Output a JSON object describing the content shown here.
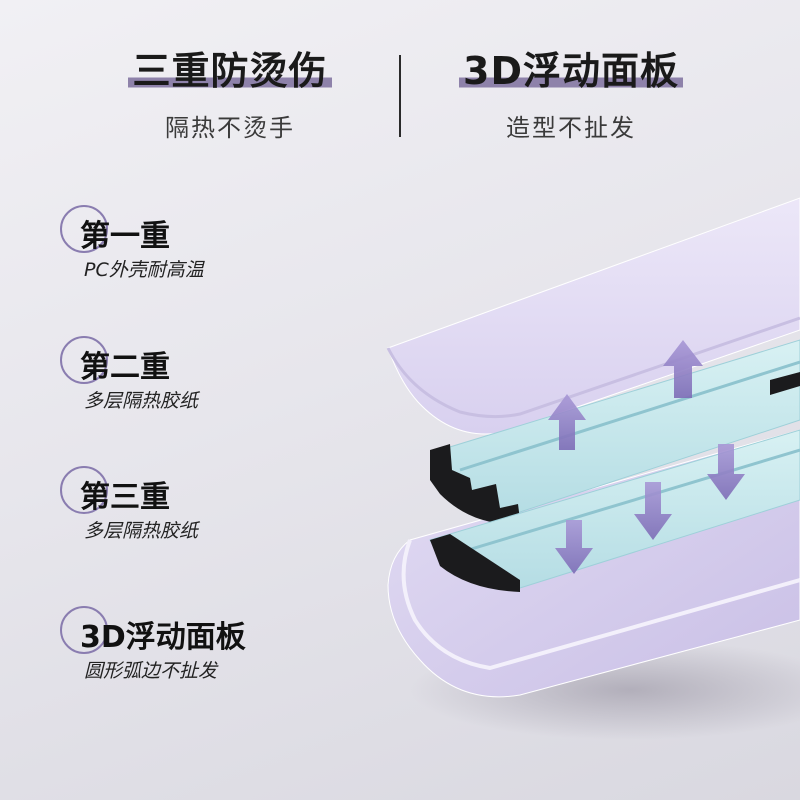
{
  "header": {
    "left": {
      "title": "三重防烫伤",
      "subtitle": "隔热不烫手"
    },
    "right": {
      "title": "3D浮动面板",
      "subtitle": "造型不扯发"
    }
  },
  "features": [
    {
      "title": "第一重",
      "desc": "PC外壳耐高温"
    },
    {
      "title": "第二重",
      "desc": "多层隔热胶纸"
    },
    {
      "title": "第三重",
      "desc": "多层隔热胶纸"
    },
    {
      "title": "3D浮动面板",
      "desc": "圆形弧边不扯发"
    }
  ],
  "colors": {
    "accent": "#8a7db0",
    "shell": "#e5dff5",
    "plate": "#c7e9ee",
    "arrow": "#9585c2"
  }
}
